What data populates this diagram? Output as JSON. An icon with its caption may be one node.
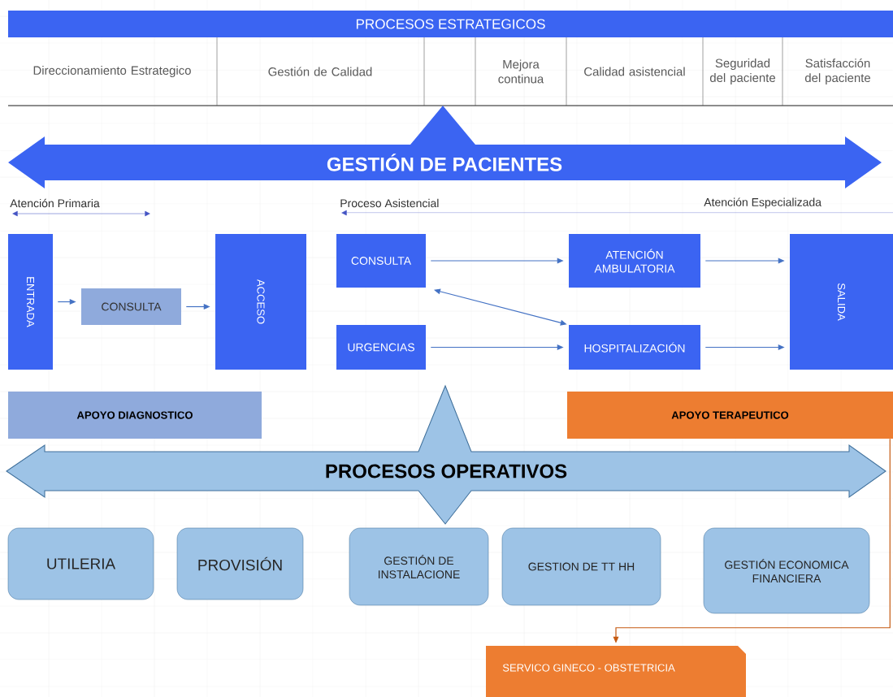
{
  "diagram": {
    "nodes": [
      {
        "text": [
          "PROCESOS ESTRATEGICOS"
        ]
      },
      {
        "text": [
          "GESTIÓN DE PACIENTES"
        ]
      },
      {
        "text": [
          "ENTRADA"
        ]
      },
      {
        "text": [
          "CONSULTA"
        ]
      },
      {
        "text": [
          "ACCESO"
        ]
      },
      {
        "text": [
          "CONSULTA"
        ]
      },
      {
        "text": [
          "URGENCIAS"
        ]
      },
      {
        "text": [
          "ATENCIÓN AMBULATORIA"
        ]
      },
      {
        "text": [
          "HOSPITALIZACIÓN"
        ]
      },
      {
        "text": [
          "SALIDA"
        ]
      },
      {
        "text": [
          "APOYO DIAGNOSTICO"
        ]
      },
      {
        "text": [
          "APOYO TERAPEUTICO"
        ]
      },
      {
        "text": [
          "PROCESOS OPERATIVOS"
        ]
      },
      {
        "text": [
          "UTILERIA"
        ]
      },
      {
        "text": [
          "PROVISIÓN"
        ]
      },
      {
        "text": [
          "GESTIÓN DE INSTALACIONE"
        ]
      },
      {
        "text": [
          "GESTION DE TT HH"
        ]
      },
      {
        "text": [
          "GESTIÓN ECONOMICA FINANCIERA"
        ]
      },
      {
        "text": [
          "SERVICO GINECO - OBSTETRICIA"
        ]
      }
    ],
    "edges": [
      {
        "from": 2,
        "to": 3,
        "arrow": "to"
      },
      {
        "from": 3,
        "to": 4,
        "arrow": "to"
      },
      {
        "from": 5,
        "to": 7,
        "arrow": "to"
      },
      {
        "from": 5,
        "to": 8,
        "arrow": "both"
      },
      {
        "from": 6,
        "to": 8,
        "arrow": "to"
      },
      {
        "from": 7,
        "to": 9,
        "arrow": "to"
      },
      {
        "from": 8,
        "to": 9,
        "arrow": "to"
      },
      {
        "from": 11,
        "to": 18,
        "arrow": "to",
        "color": "#c55a11"
      }
    ],
    "labels": [
      "Direccionamiento Estrategico",
      "Gestión de Calidad",
      "Mejora continua",
      "Calidad asistencial",
      "Seguridad del paciente",
      "Satisfacción del paciente",
      "Atención Primaria",
      "Proceso Asistencial",
      "Atención Especializada"
    ]
  }
}
